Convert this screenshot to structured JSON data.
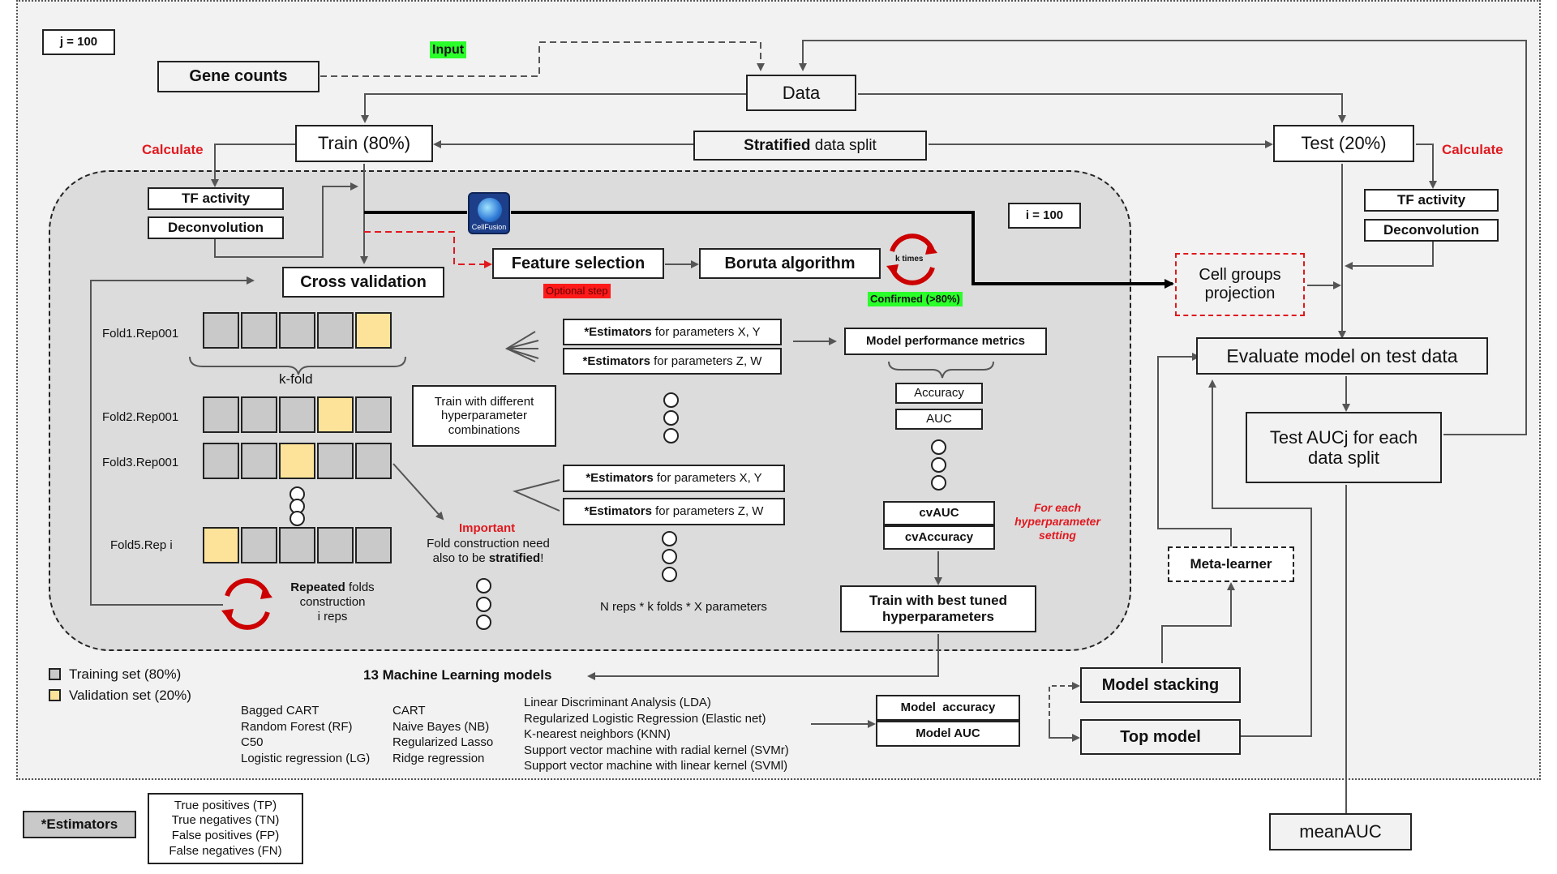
{
  "j_label": "j = 100",
  "i_label": "i = 100",
  "input_tag": "Input",
  "gene_counts": "Gene counts",
  "data": "Data",
  "train": "Train (80%)",
  "test": "Test (20%)",
  "stratified_bold": "Stratified",
  "stratified_rest": " data split",
  "calculate_left": "Calculate",
  "calculate_right": "Calculate",
  "tf_activity": "TF activity",
  "deconvolution": "Deconvolution",
  "cell_fusion_logo": "CellFusion",
  "feature_selection": "Feature selection",
  "optional_step": "Optional step",
  "boruta": "Boruta algorithm",
  "k_times": "k times",
  "confirmed": "Confirmed (>80%)",
  "cross_validation": "Cross validation",
  "cell_groups": "Cell groups projection",
  "evaluate": "Evaluate model on test data",
  "test_auc": "Test AUCj for each data split",
  "mean_auc": "meanAUC",
  "meta_learner": "Meta-learner",
  "model_stacking": "Model stacking",
  "top_model": "Top model",
  "model_accuracy": "Model  accuracy",
  "model_auc": "Model AUC",
  "folds": {
    "fold1": "Fold1.Rep001",
    "fold2": "Fold2.Rep001",
    "fold3": "Fold3.Rep001",
    "fold5": "Fold5.Rep i",
    "kfold": "k-fold"
  },
  "repeated_bold": "Repeated",
  "repeated_rest1": " folds",
  "repeated_rest2": "construction",
  "repeated_rest3": "i reps",
  "train_hyper": "Train with different hyperparameter combinations",
  "estimators_prefix": "*Estimators",
  "est_xy": " for parameters X, Y",
  "est_zw": " for parameters Z, W",
  "important": "Important",
  "fold_note1": "Fold construction need",
  "fold_note2_pre": "also to be ",
  "fold_note2_bold": "stratified",
  "fold_note2_post": "!",
  "nreps": "N reps * k folds * X parameters",
  "model_perf": "Model performance metrics",
  "accuracy": "Accuracy",
  "auc": "AUC",
  "cv_auc": "cvAUC",
  "cv_accuracy": "cvAccuracy",
  "for_each": "For each hyperparameter setting",
  "best_tuned": "Train with best tuned hyperparameters",
  "ml_models_title": "13 Machine Learning models",
  "legend": {
    "training": "Training set (80%)",
    "validation": "Validation set (20%)"
  },
  "models_col1": [
    "Bagged CART",
    "Random Forest (RF)",
    "C50",
    "Logistic regression (LG)"
  ],
  "models_col2": [
    "CART",
    "Naive Bayes (NB)",
    "Regularized Lasso",
    "Ridge regression"
  ],
  "models_col3": [
    "Linear Discriminant Analysis (LDA)",
    "Regularized Logistic Regression (Elastic net)",
    "K-nearest neighbors (KNN)",
    "Support vector machine with radial kernel (SVMr)",
    "Support vector machine with linear kernel (SVMl)"
  ],
  "estimators_key": "*Estimators",
  "estimators_list": [
    "True positives (TP)",
    "True negatives (TN)",
    "False positives (FP)",
    "False negatives (FN)"
  ],
  "colors": {
    "red": "#e0191f",
    "green": "#2aff2a",
    "validation": "#fde39a",
    "training": "#c9c9c9"
  }
}
